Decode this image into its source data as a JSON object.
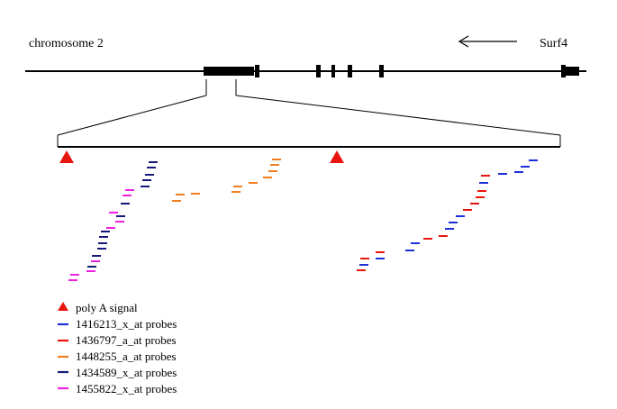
{
  "chromosome_label": "chromosome 2",
  "gene_label": "Surf4",
  "legend": [
    {
      "label": "poly A signal",
      "color": "#e8150f",
      "marker": "triangle"
    },
    {
      "label": "1416213_x_at probes",
      "color": "#1f2fd6",
      "marker": "dash"
    },
    {
      "label": "1436797_a_at probes",
      "color": "#e8150f",
      "marker": "dash"
    },
    {
      "label": "1448255_a_at probes",
      "color": "#f07e1e",
      "marker": "dash"
    },
    {
      "label": "1434589_x_at probes",
      "color": "#141a78",
      "marker": "dash"
    },
    {
      "label": "1455822_x_at probes",
      "color": "#f020e0",
      "marker": "dash"
    }
  ]
}
